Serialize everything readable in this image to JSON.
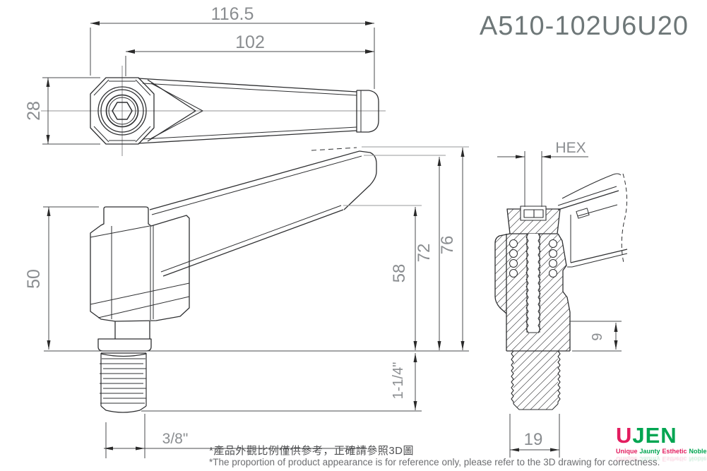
{
  "drawing": {
    "part_number": "A510-102U6U20",
    "views": {
      "top": {
        "dim_overall_length": "116.5",
        "dim_handle_length": "102",
        "dim_boss_width": "28"
      },
      "side": {
        "dim_body_height": "50",
        "dim_height_58": "58",
        "dim_height_72": "72",
        "dim_height_76": "76",
        "dim_thread_length": "1-1/4\"",
        "dim_thread_size": "3/8\""
      },
      "section": {
        "label_hex": "HEX",
        "dim_collar_height": "9",
        "dim_stud_width": "19"
      }
    },
    "notes": {
      "zh": "*產品外觀比例僅供參考，正確請參照3D圖",
      "en": "*The proportion of product appearance is for reference only, please refer to the 3D drawing for correctness."
    },
    "logo": {
      "u": "U",
      "jen": "JEN",
      "tagline": {
        "w1": "Unique",
        "w2": "Jaunty",
        "w3": "Esthetic",
        "w4": "Noble"
      }
    },
    "colors": {
      "outline": "#2e2f31",
      "dim_line": "#4a4b4d",
      "gray_ext_line": "#97999b",
      "dim_text": "#8a8d90",
      "part_number": "#6e7778",
      "note_zh": "#4f5052",
      "note_en": "#6d6e71",
      "logo_pink": "#e31c5f",
      "logo_green": "#00a551"
    }
  }
}
